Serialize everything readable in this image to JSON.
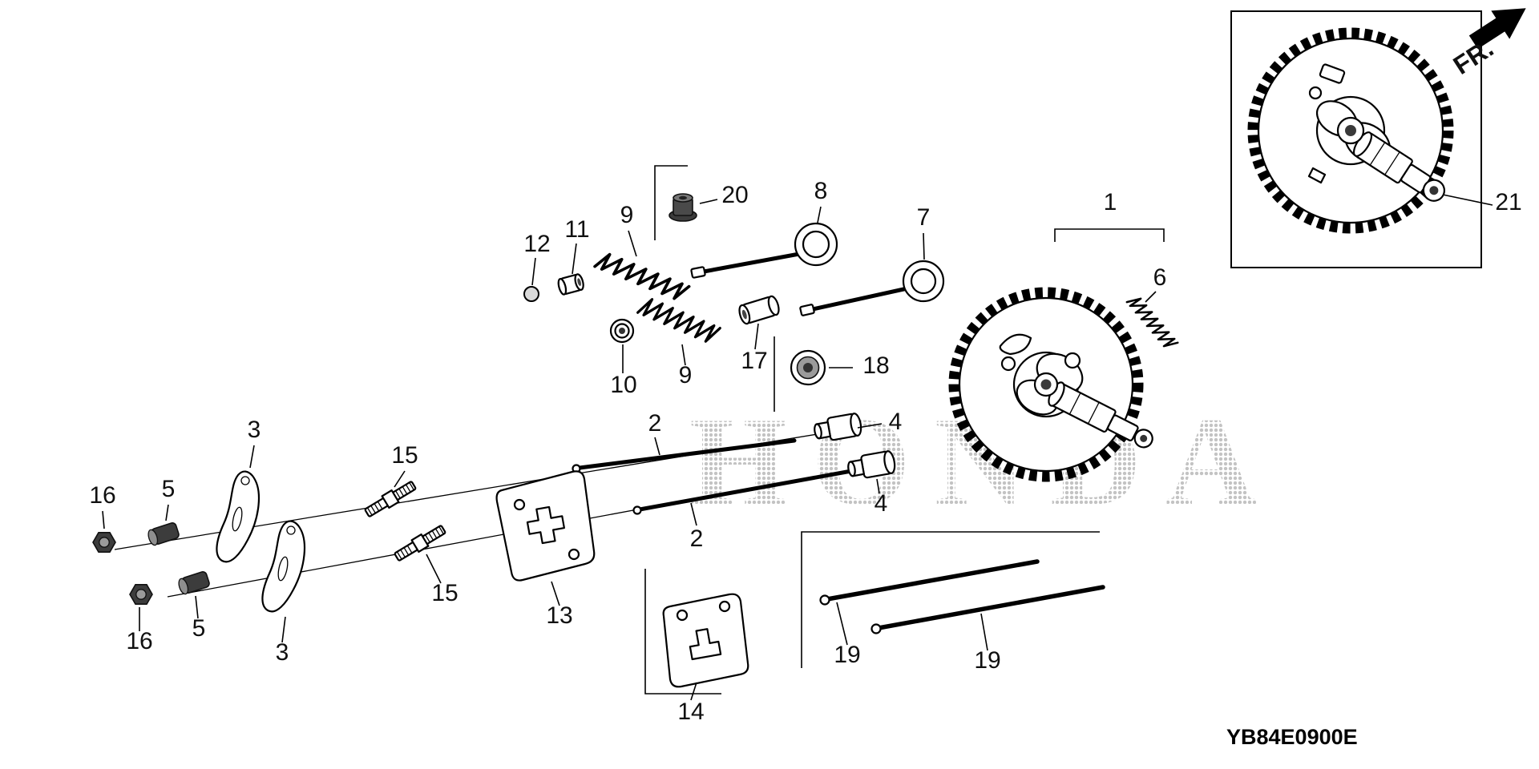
{
  "diagram": {
    "fr_label": "FR.",
    "watermark": "HONDA",
    "part_code": "YB84E0900E",
    "callouts": {
      "c1": "1",
      "c2a": "2",
      "c2b": "2",
      "c3a": "3",
      "c3b": "3",
      "c4a": "4",
      "c4b": "4",
      "c5a": "5",
      "c5b": "5",
      "c6": "6",
      "c7": "7",
      "c8": "8",
      "c9a": "9",
      "c9b": "9",
      "c10": "10",
      "c11": "11",
      "c12": "12",
      "c13": "13",
      "c14": "14",
      "c15a": "15",
      "c15b": "15",
      "c16a": "16",
      "c16b": "16",
      "c17": "17",
      "c18": "18",
      "c19a": "19",
      "c19b": "19",
      "c20": "20",
      "c21": "21"
    },
    "colors": {
      "line": "#000000",
      "dark_part": "#3c3c3c",
      "watermark_dot": "#c3c3c3"
    }
  }
}
